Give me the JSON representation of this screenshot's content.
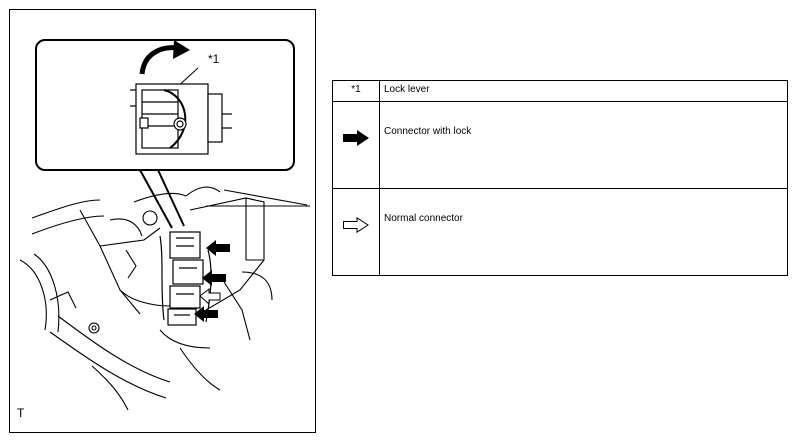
{
  "figure": {
    "callout_label": "*1",
    "corner_letter": "T"
  },
  "legend": {
    "rows": [
      {
        "key": "*1",
        "description": "Lock lever"
      },
      {
        "key_icon": "solid-arrow-icon",
        "description": "Connector with lock"
      },
      {
        "key_icon": "outline-arrow-icon",
        "description": "Normal connector"
      }
    ]
  }
}
